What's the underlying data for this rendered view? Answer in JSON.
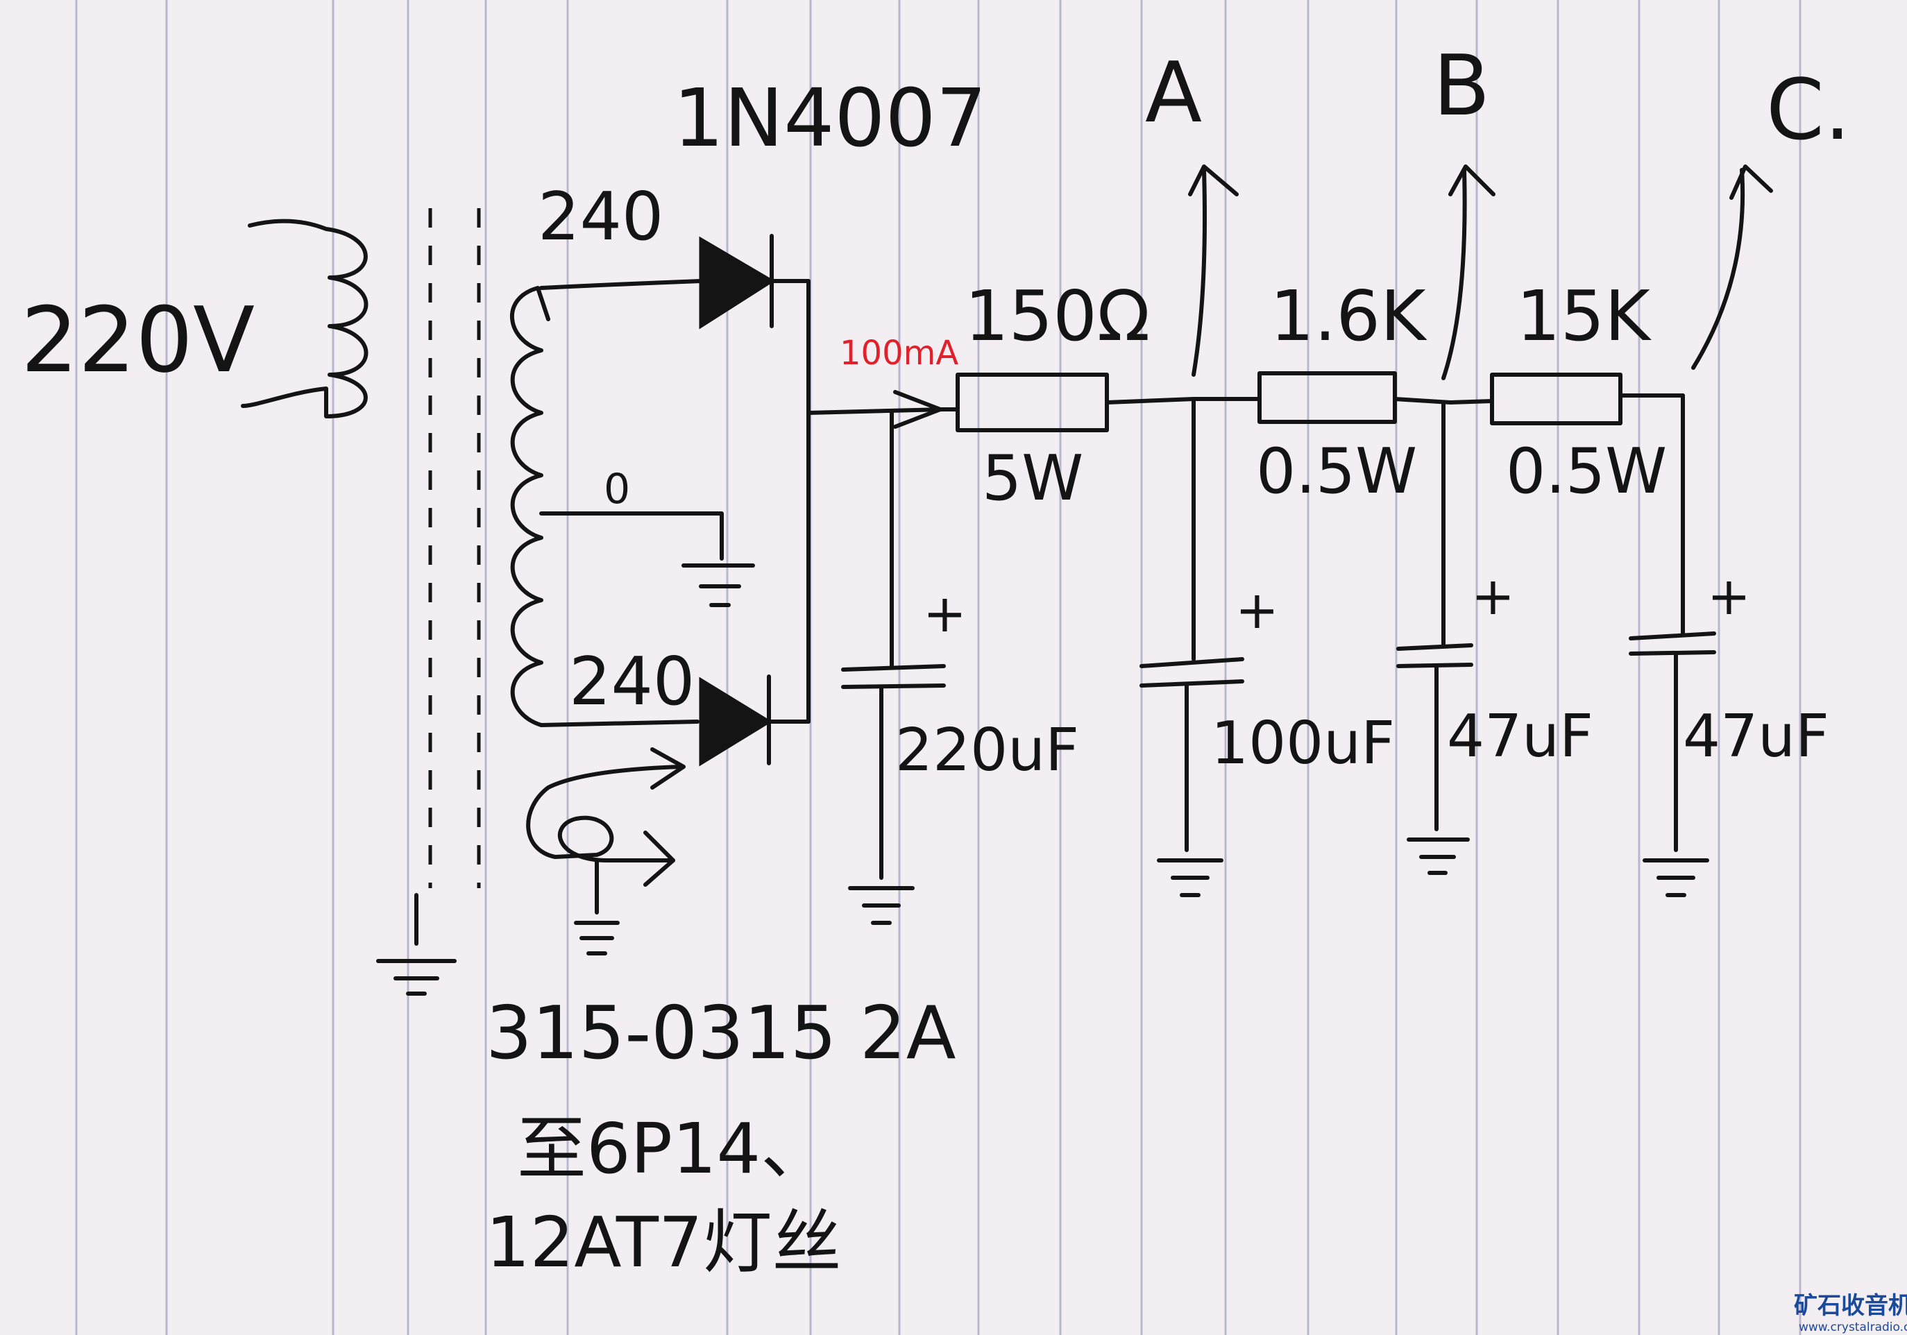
{
  "labels": {
    "mains": "220V",
    "tap_top": "240",
    "tap_center": "0",
    "tap_bottom": "240",
    "diode": "1N4007",
    "current_note": "100mA",
    "r1_value": "150Ω",
    "r1_power": "5W",
    "r2_value": "1.6K",
    "r2_power": "0.5W",
    "r3_value": "15K",
    "r3_power": "0.5W",
    "c1_value": "220uF",
    "c2_value": "100uF",
    "c3_value": "47uF",
    "c4_value": "47uF",
    "plus": "+",
    "out_a": "A",
    "out_b": "B",
    "out_c": "C.",
    "transformer_note": "315-0315 2A",
    "heater_line1": "至6P14、",
    "heater_line2": "12AT7灯丝"
  },
  "watermark": {
    "name": "矿石收音机",
    "url": "www.crystalradio.cn"
  },
  "colors": {
    "paper": "#f3eef2",
    "ink": "#141414",
    "red_ink": "#e0202a",
    "rule": "#b9b6cf",
    "watermark": "#1b4a9a"
  }
}
